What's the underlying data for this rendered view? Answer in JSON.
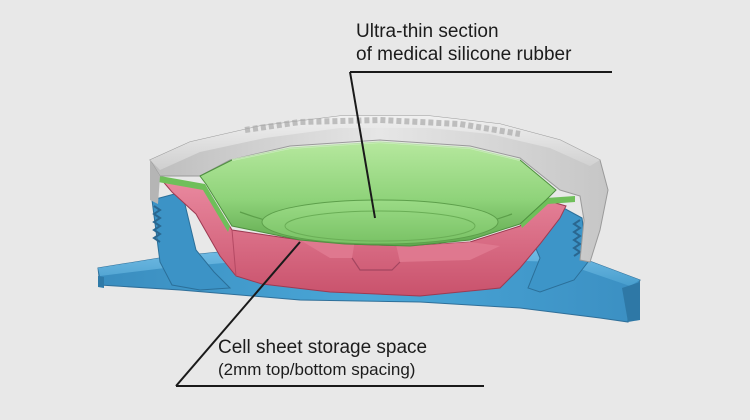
{
  "callouts": {
    "top": {
      "line1": "Ultra-thin section",
      "line2": "of medical silicone rubber"
    },
    "bottom": {
      "line1": "Cell sheet storage space",
      "line2": "(2mm top/bottom spacing)"
    }
  },
  "colors": {
    "background": "#e8e8e8",
    "silicone_green": "#8fd37a",
    "cell_space_pink": "#d9667e",
    "base_blue": "#4aa0cf",
    "cap_grey": "#d8d8d8",
    "leader_line": "#1a1a1a"
  }
}
